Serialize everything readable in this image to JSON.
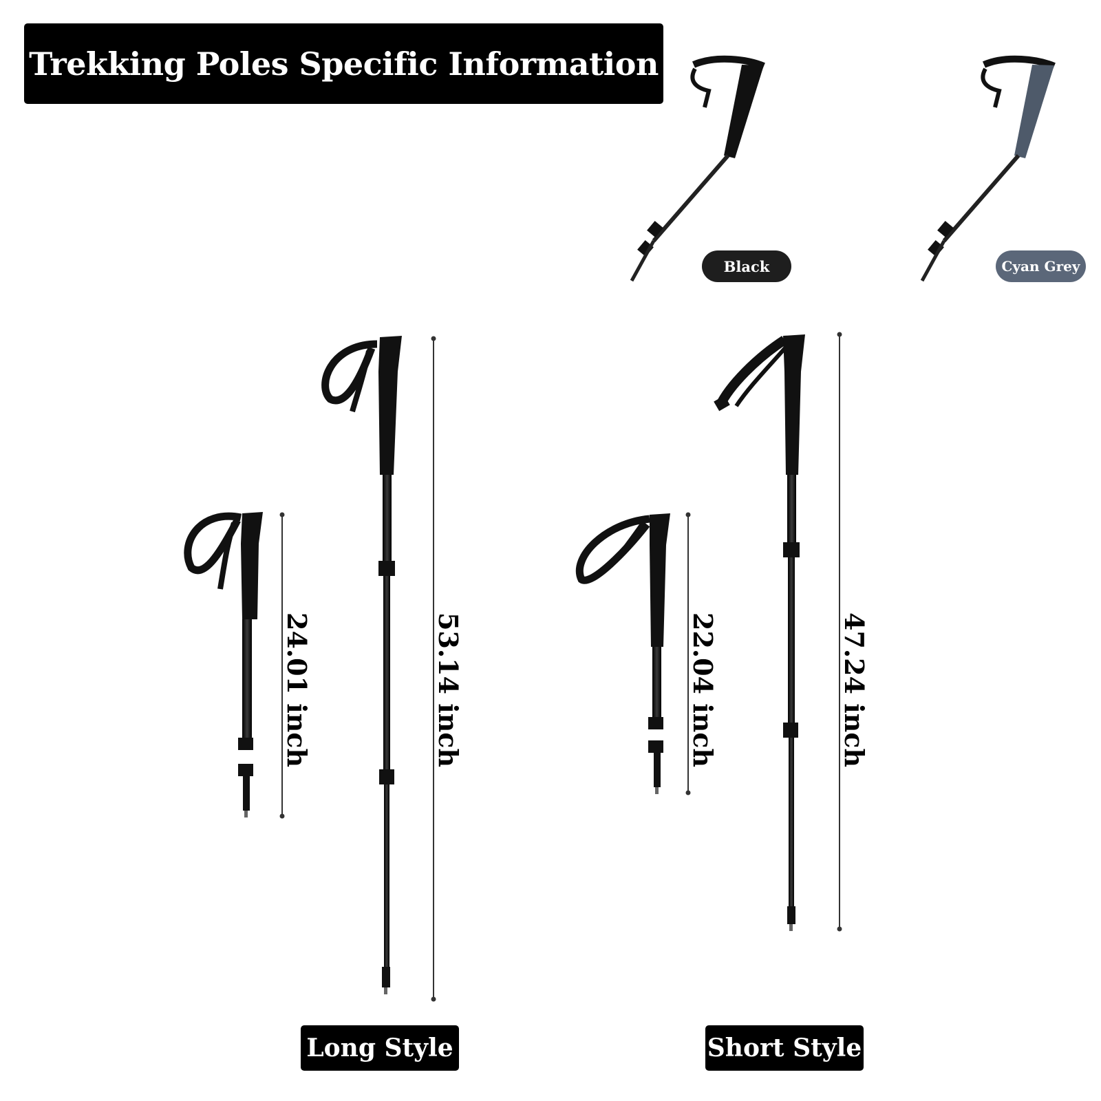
{
  "header": {
    "title": "Trekking Poles Specific Information"
  },
  "colors": {
    "options": [
      {
        "label": "Black",
        "badge_color": "#1e1e1e",
        "grip_color": "#111111"
      },
      {
        "label": "Cyan Grey",
        "badge_color": "#5b6779",
        "grip_color": "#4e5a6a"
      }
    ]
  },
  "styles": {
    "long": {
      "label": "Long Style",
      "folded_length": "24.01 inch",
      "extended_length": "53.14 inch"
    },
    "short": {
      "label": "Short Style",
      "folded_length": "22.04 inch",
      "extended_length": "47.24 inch"
    }
  }
}
